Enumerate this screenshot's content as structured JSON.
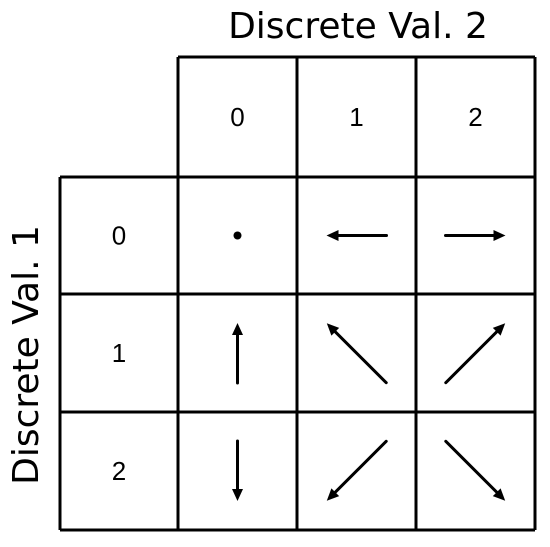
{
  "title_top": "Discrete Val. 2",
  "title_left": "Discrete Val. 1",
  "col_headers": [
    "0",
    "1",
    "2"
  ],
  "row_headers": [
    "0",
    "1",
    "2"
  ],
  "cells": [
    [
      {
        "icon": "dot-icon"
      },
      {
        "icon": "arrow-left-icon"
      },
      {
        "icon": "arrow-right-icon"
      }
    ],
    [
      {
        "icon": "arrow-up-icon"
      },
      {
        "icon": "arrow-up-left-icon"
      },
      {
        "icon": "arrow-up-right-icon"
      }
    ],
    [
      {
        "icon": "arrow-down-icon"
      },
      {
        "icon": "arrow-down-left-icon"
      },
      {
        "icon": "arrow-down-right-icon"
      }
    ]
  ]
}
